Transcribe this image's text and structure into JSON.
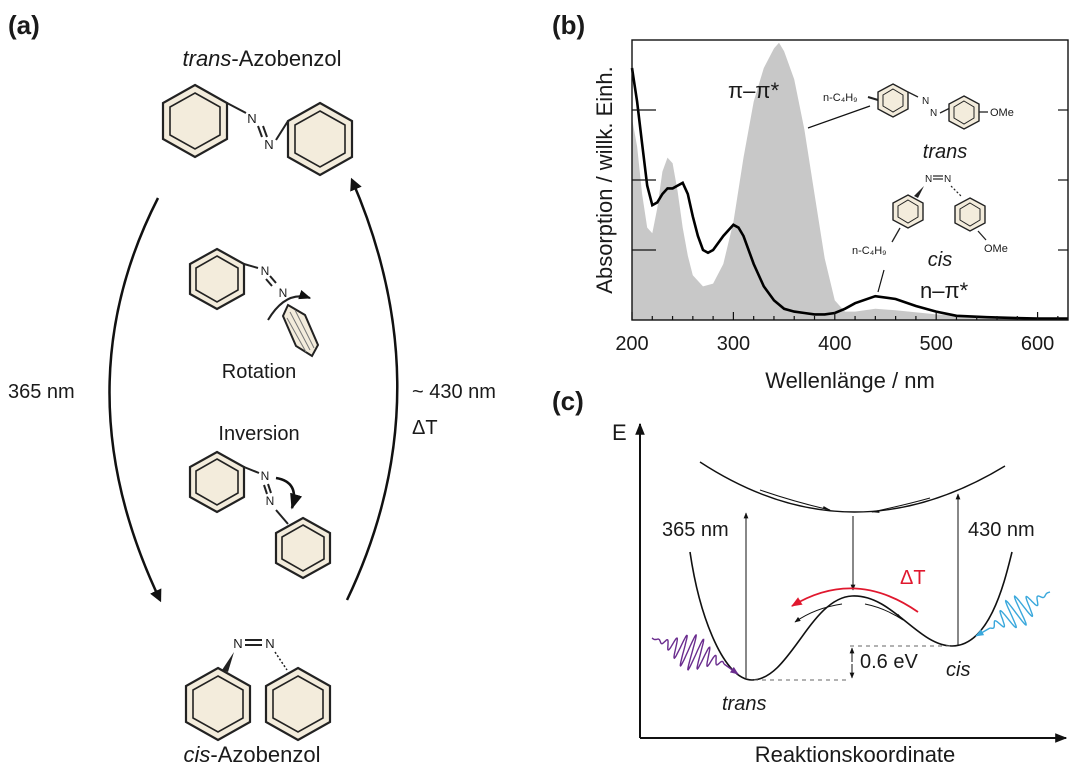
{
  "panel_a": {
    "label": "(a)",
    "trans_title_italic": "trans",
    "trans_title_rest": "-Azobenzol",
    "cis_title_italic": "cis",
    "cis_title_rest": "-Azobenzol",
    "rotation": "Rotation",
    "inversion": "Inversion",
    "forward_wavelength": "365 nm",
    "back_wavelength": "~ 430 nm",
    "back_thermal": "ΔT",
    "azo_n": "N"
  },
  "panel_b": {
    "label": "(b)",
    "ylabel": "Absorption / willk. Einh.",
    "xlabel": "Wellenlänge / nm",
    "pi_pi_label": "π–π*",
    "n_pi_label": "n–π*",
    "trans_label": "trans",
    "cis_label": "cis",
    "substituent_butyl": "n-C₄H₉",
    "substituent_ome": "OMe",
    "colors": {
      "trans_fill": "#c8c8c8",
      "cis_line": "#000000"
    },
    "chart_data": {
      "type": "area",
      "xlim": [
        200,
        630
      ],
      "ylim": [
        0,
        1.0
      ],
      "xticks": [
        200,
        300,
        400,
        500,
        600
      ],
      "series": [
        {
          "name": "trans",
          "x": [
            200,
            205,
            210,
            215,
            220,
            225,
            230,
            235,
            240,
            245,
            250,
            255,
            260,
            270,
            280,
            290,
            300,
            310,
            320,
            330,
            340,
            345,
            350,
            360,
            370,
            380,
            390,
            400,
            410,
            420,
            440,
            460,
            500,
            550,
            630
          ],
          "y": [
            0.72,
            0.62,
            0.45,
            0.33,
            0.31,
            0.4,
            0.53,
            0.58,
            0.56,
            0.46,
            0.33,
            0.23,
            0.16,
            0.12,
            0.13,
            0.2,
            0.35,
            0.58,
            0.78,
            0.9,
            0.97,
            0.99,
            0.96,
            0.86,
            0.68,
            0.45,
            0.22,
            0.07,
            0.03,
            0.03,
            0.04,
            0.035,
            0.02,
            0.01,
            0.005
          ]
        },
        {
          "name": "cis",
          "x": [
            200,
            205,
            210,
            215,
            220,
            225,
            230,
            235,
            240,
            245,
            250,
            255,
            260,
            265,
            270,
            275,
            280,
            290,
            300,
            305,
            310,
            320,
            330,
            340,
            350,
            360,
            370,
            380,
            390,
            400,
            410,
            420,
            440,
            460,
            480,
            500,
            520,
            550,
            600,
            630
          ],
          "y": [
            0.9,
            0.78,
            0.63,
            0.48,
            0.41,
            0.42,
            0.45,
            0.47,
            0.47,
            0.48,
            0.49,
            0.45,
            0.37,
            0.3,
            0.25,
            0.24,
            0.25,
            0.3,
            0.34,
            0.33,
            0.3,
            0.2,
            0.12,
            0.07,
            0.04,
            0.03,
            0.025,
            0.02,
            0.02,
            0.025,
            0.04,
            0.06,
            0.085,
            0.075,
            0.05,
            0.03,
            0.015,
            0.01,
            0.005,
            0.005
          ]
        }
      ]
    }
  },
  "panel_c": {
    "label": "(c)",
    "energy_axis": "E",
    "x_axis": "Reaktionskoordinate",
    "wavelength_left": "365 nm",
    "wavelength_right": "430 nm",
    "thermal": "ΔT",
    "gap": "0.6 eV",
    "trans_label": "trans",
    "cis_label": "cis",
    "colors": {
      "thermal": "#e0182e",
      "uv_wave": "#6a2c8e",
      "vis_wave": "#3aa8dc"
    }
  }
}
